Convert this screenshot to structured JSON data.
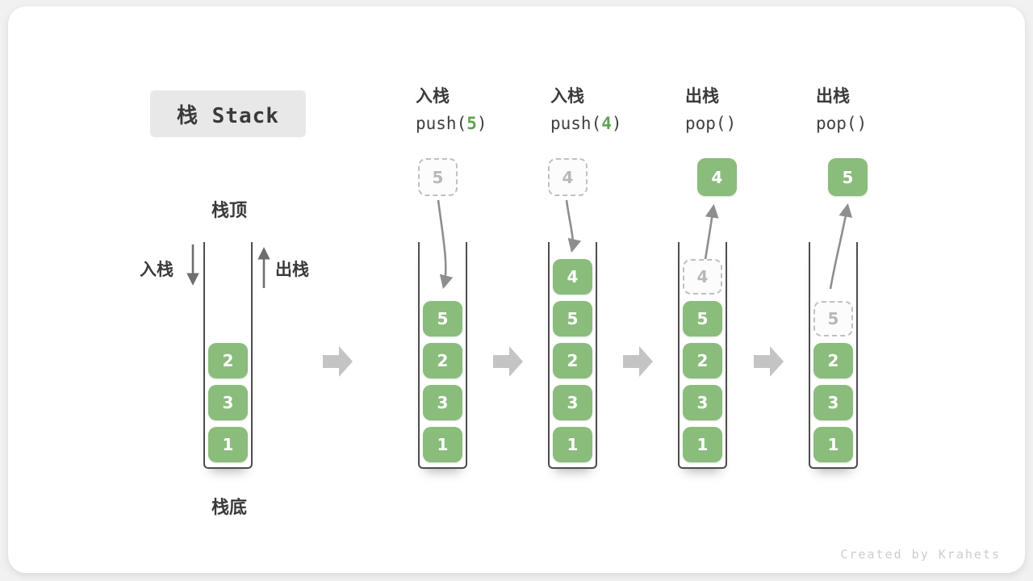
{
  "title": "栈 Stack",
  "legend": {
    "stack_top": "栈顶",
    "stack_bottom": "栈底",
    "push_side": "入栈",
    "pop_side": "出栈"
  },
  "attribution": "Created by Krahets",
  "colors": {
    "block_green": "#8abc7c",
    "code_arg_green": "#60a351",
    "flow_arrow_gray": "#c4c4c4",
    "curve_arrow_gray": "#8e8e8e"
  },
  "operations": [
    {
      "label": "入栈",
      "code_pre": "push(",
      "code_arg": "5",
      "code_post": ")"
    },
    {
      "label": "入栈",
      "code_pre": "push(",
      "code_arg": "4",
      "code_post": ")"
    },
    {
      "label": "出栈",
      "code_pre": "pop(",
      "code_arg": "",
      "code_post": ")"
    },
    {
      "label": "出栈",
      "code_pre": "pop(",
      "code_arg": "",
      "code_post": ")"
    }
  ],
  "floating_boxes": [
    {
      "value": "5",
      "style": "dashed"
    },
    {
      "value": "4",
      "style": "dashed"
    },
    {
      "value": "4",
      "style": "solid"
    },
    {
      "value": "5",
      "style": "solid"
    }
  ],
  "stacks": [
    {
      "name": "initial",
      "blocks": [
        {
          "value": "2",
          "row": 2,
          "style": "solid"
        },
        {
          "value": "3",
          "row": 3,
          "style": "solid"
        },
        {
          "value": "1",
          "row": 4,
          "style": "solid"
        }
      ]
    },
    {
      "name": "after-push-5",
      "blocks": [
        {
          "value": "5",
          "row": 1,
          "style": "solid"
        },
        {
          "value": "2",
          "row": 2,
          "style": "solid"
        },
        {
          "value": "3",
          "row": 3,
          "style": "solid"
        },
        {
          "value": "1",
          "row": 4,
          "style": "solid"
        }
      ]
    },
    {
      "name": "after-push-4",
      "blocks": [
        {
          "value": "4",
          "row": 0,
          "style": "solid"
        },
        {
          "value": "5",
          "row": 1,
          "style": "solid"
        },
        {
          "value": "2",
          "row": 2,
          "style": "solid"
        },
        {
          "value": "3",
          "row": 3,
          "style": "solid"
        },
        {
          "value": "1",
          "row": 4,
          "style": "solid"
        }
      ]
    },
    {
      "name": "after-pop-4",
      "blocks": [
        {
          "value": "4",
          "row": 0,
          "style": "dashed"
        },
        {
          "value": "5",
          "row": 1,
          "style": "solid"
        },
        {
          "value": "2",
          "row": 2,
          "style": "solid"
        },
        {
          "value": "3",
          "row": 3,
          "style": "solid"
        },
        {
          "value": "1",
          "row": 4,
          "style": "solid"
        }
      ]
    },
    {
      "name": "after-pop-5",
      "blocks": [
        {
          "value": "5",
          "row": 1,
          "style": "dashed"
        },
        {
          "value": "2",
          "row": 2,
          "style": "solid"
        },
        {
          "value": "3",
          "row": 3,
          "style": "solid"
        },
        {
          "value": "1",
          "row": 4,
          "style": "solid"
        }
      ]
    }
  ]
}
